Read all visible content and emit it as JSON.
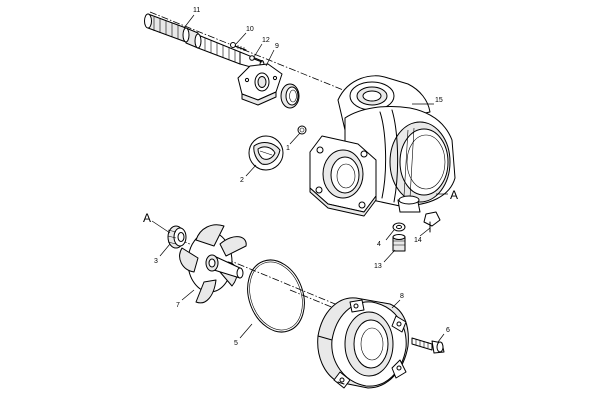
{
  "callouts": {
    "c1": "1",
    "c2": "2",
    "c3": "3",
    "c4": "4",
    "c5": "5",
    "c6": "6",
    "c7": "7",
    "c8": "8",
    "c9": "9",
    "c10": "10",
    "c11": "11",
    "c12": "12",
    "c13": "13",
    "c14": "14",
    "c15": "15",
    "ref_a_left": "A",
    "ref_a_right": "A"
  }
}
